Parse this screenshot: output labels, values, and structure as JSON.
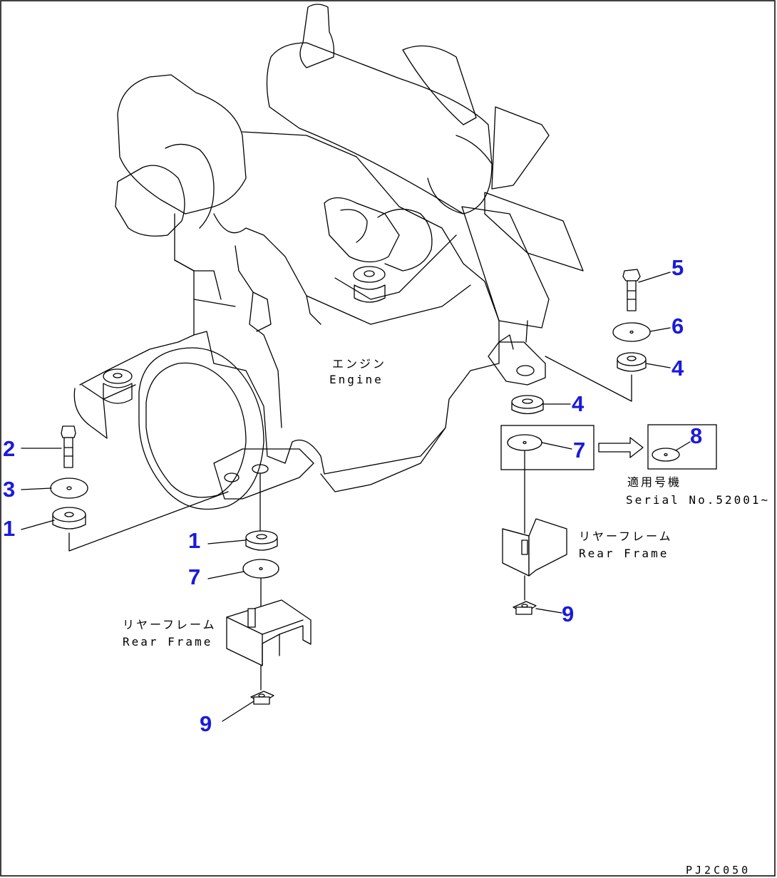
{
  "callouts": {
    "c1_left": "1",
    "c2": "2",
    "c3": "3",
    "c1_mid": "1",
    "c7_mid": "7",
    "c9_mid": "9",
    "c5": "5",
    "c6": "6",
    "c4_upper": "4",
    "c4_lower": "4",
    "c7_right": "7",
    "c8": "8",
    "c9_right": "9"
  },
  "labels": {
    "engine_jp": "エンジン",
    "engine_en": "Engine",
    "rear_frame_left_jp": "リヤーフレーム",
    "rear_frame_left_en": "Rear Frame",
    "rear_frame_right_jp": "リヤーフレーム",
    "rear_frame_right_en": "Rear Frame",
    "applicable_serial_jp": "適用号機",
    "serial_no": "Serial No.52001~"
  },
  "drawing_code": "PJ2C050"
}
